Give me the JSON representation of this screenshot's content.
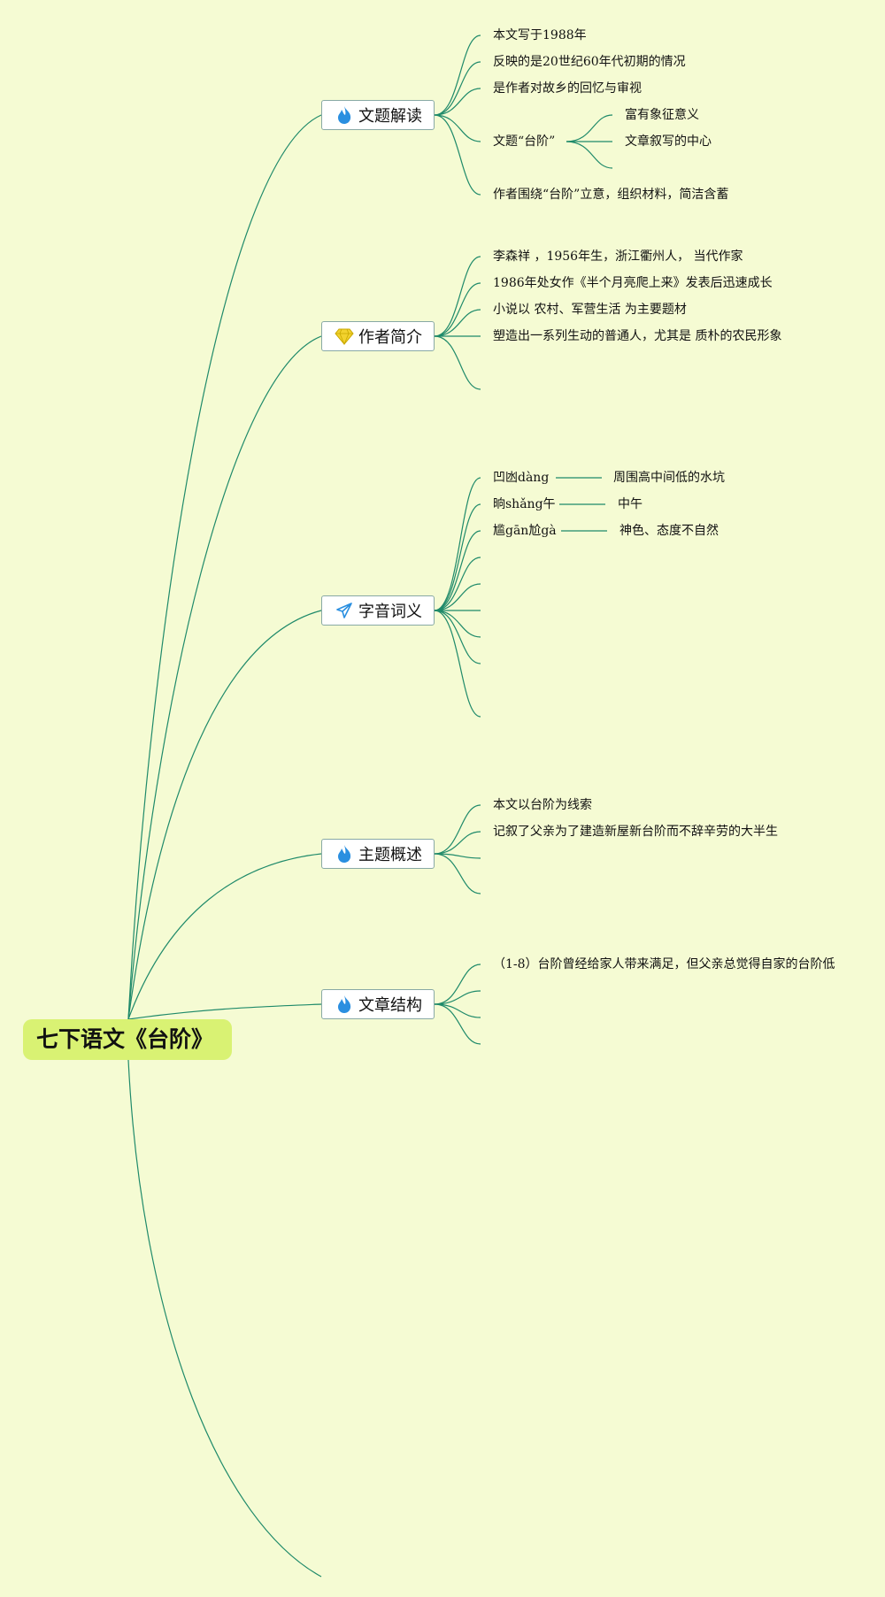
{
  "root": {
    "title": "七下语文《台阶》"
  },
  "colors": {
    "background": "#f5fbd3",
    "root_fill": "#d9f273",
    "line": "#1f8a6a",
    "flame": "#2a8fe0",
    "gem": "#f2d22e",
    "plane": "#2a8fe0"
  },
  "topics": [
    {
      "label": "文题解读",
      "icon": "flame-icon"
    },
    {
      "label": "作者简介",
      "icon": "diamond-icon"
    },
    {
      "label": "字音词义",
      "icon": "paper-plane-icon"
    },
    {
      "label": "主题概述",
      "icon": "flame-icon"
    },
    {
      "label": "文章结构",
      "icon": "flame-icon"
    }
  ],
  "title_explain": {
    "items": [
      "本文写于1988年",
      "反映的是20世纪60年代初期的情况",
      "是作者对故乡的回忆与审视",
      "作者围绕“台阶”立意，组织材料，简洁含蓄"
    ],
    "sub_label": "文题“台阶”",
    "sub_items": [
      "富有象征意义",
      "文章叙写的中心"
    ]
  },
  "author": {
    "items": [
      "李森祥 ，1956年生，浙江衢州人， 当代作家",
      "1986年处女作《半个月亮爬上来》发表后迅速成长",
      "小说以 农村、军营生活 为主要题材",
      "塑造出一系列生动的普通人，尤其是 质朴的农民形象"
    ]
  },
  "vocab": {
    "words": [
      {
        "word": "凹凼dàng",
        "meaning": "周围高中间低的水坑"
      },
      {
        "word": "晌shǎng午",
        "meaning": "中午"
      },
      {
        "word": "尴gān尬gà",
        "meaning": "神色、态度不自然"
      }
    ]
  },
  "theme": {
    "items": [
      "本文以台阶为线索",
      "记叙了父亲为了建造新屋新台阶而不辞辛劳的大半生"
    ]
  },
  "structure": {
    "items": [
      "（1-8）台阶曾经给家人带来满足，但父亲总觉得自家的台阶低"
    ]
  }
}
